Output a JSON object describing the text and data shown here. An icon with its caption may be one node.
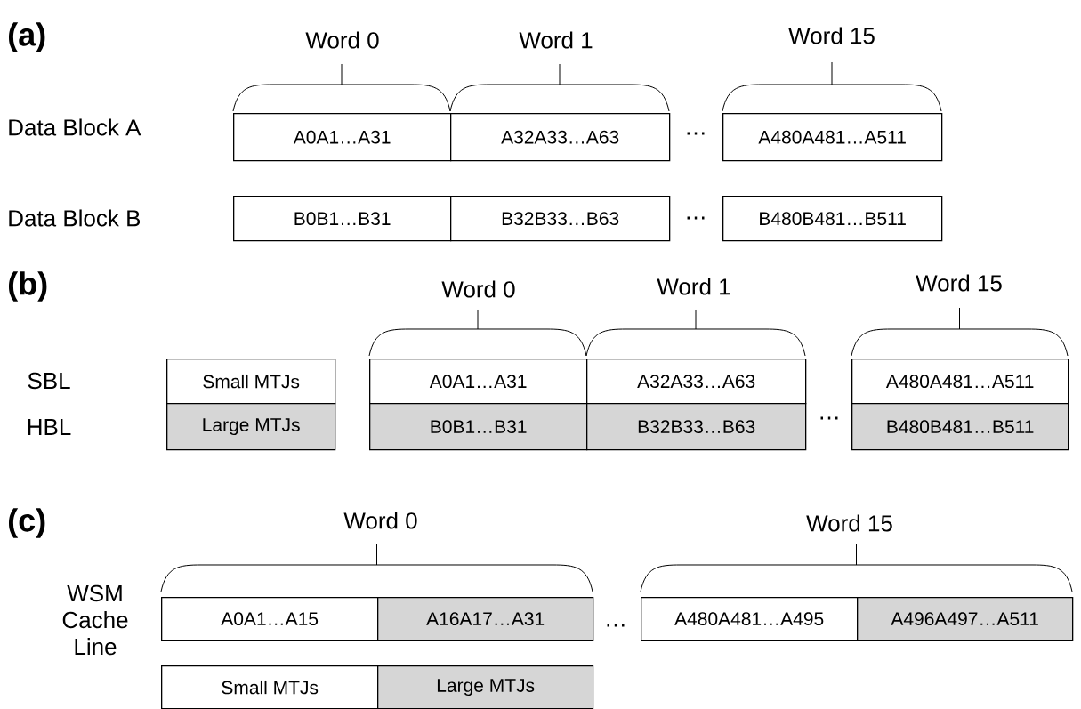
{
  "diagram": {
    "nodes": [
      {
        "text": [
          "A0A1…A31"
        ]
      },
      {
        "text": [
          "A32A33…A63"
        ]
      },
      {
        "text": [
          "A480A481…A511"
        ]
      },
      {
        "text": [
          "B0B1…B31"
        ]
      },
      {
        "text": [
          "B32B33…B63"
        ]
      },
      {
        "text": [
          "B480B481…B511"
        ]
      },
      {
        "text": [
          "Small MTJs"
        ]
      },
      {
        "text": [
          "A0A1…A31"
        ]
      },
      {
        "text": [
          "A32A33…A63"
        ]
      },
      {
        "text": [
          "A480A481…A511"
        ]
      },
      {
        "text": [
          "Large MTJs"
        ]
      },
      {
        "text": [
          "B0B1…B31"
        ]
      },
      {
        "text": [
          "B32B33…B63"
        ]
      },
      {
        "text": [
          "B480B481…B511"
        ]
      },
      {
        "text": [
          "A0A1…A15"
        ]
      },
      {
        "text": [
          "A16A17…A31"
        ]
      },
      {
        "text": [
          "A480A481…A495"
        ]
      },
      {
        "text": [
          "A496A497…A511"
        ]
      },
      {
        "text": [
          "Small MTJs"
        ]
      },
      {
        "text": [
          "Large MTJs"
        ]
      }
    ],
    "labels": [
      "(a)",
      "Word 0",
      "Word 1",
      "Word 15",
      "Data Block A",
      "…",
      "Data Block B",
      "…",
      "(b)",
      "Word 0",
      "Word 1",
      "Word 15",
      "SBL",
      "…",
      "HBL",
      "(c)",
      "Word 0",
      "Word 15",
      "WSM Cache Line",
      "…"
    ]
  }
}
